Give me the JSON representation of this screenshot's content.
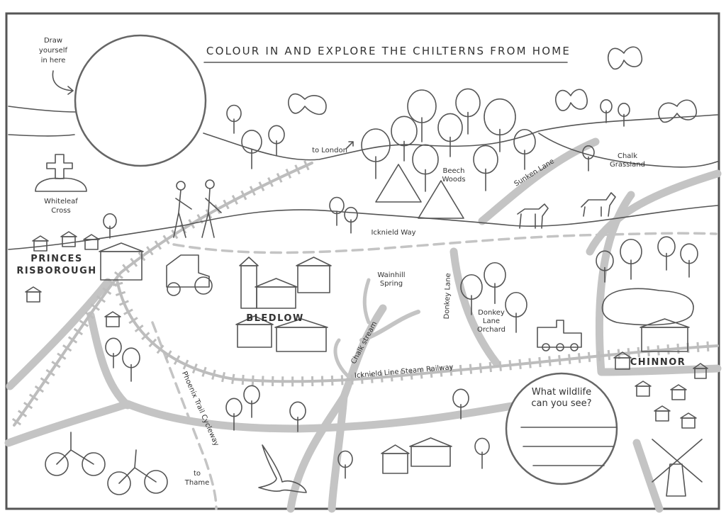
{
  "map": {
    "title": "COLOUR IN AND EXPLORE THE CHILTERNS FROM HOME",
    "draw_yourself": [
      "Draw",
      "yourself",
      "in here"
    ],
    "wildlife_prompt": [
      "What wildlife",
      "can you see?"
    ],
    "places": {
      "princes_risborough": [
        "PRINCES",
        "RISBOROUGH"
      ],
      "bledlow": "BLEDLOW",
      "chinnor": "CHINNOR"
    },
    "labels": {
      "whiteleaf_cross": [
        "Whiteleaf",
        "Cross"
      ],
      "to_london": "to London",
      "beech_woods": [
        "Beech",
        "Woods"
      ],
      "sunken_lane": "Sunken Lane",
      "chalk_grassland": [
        "Chalk",
        "Grassland"
      ],
      "icknield_way": "Icknield Way",
      "wainhill_spring": [
        "Wainhill",
        "Spring"
      ],
      "donkey_lane": "Donkey Lane",
      "donkey_lane_orchard": [
        "Donkey",
        "Lane",
        "Orchard"
      ],
      "chalk_stream": "Chalk stream",
      "steam_railway": "Icknield Line Steam Railway",
      "phoenix_trail": "Phoenix Trail Cycleway",
      "to_thame": [
        "to",
        "Thame"
      ]
    },
    "colors": {
      "ink": "#555555",
      "road": "#c4c4c4",
      "paper": "#ffffff"
    }
  }
}
